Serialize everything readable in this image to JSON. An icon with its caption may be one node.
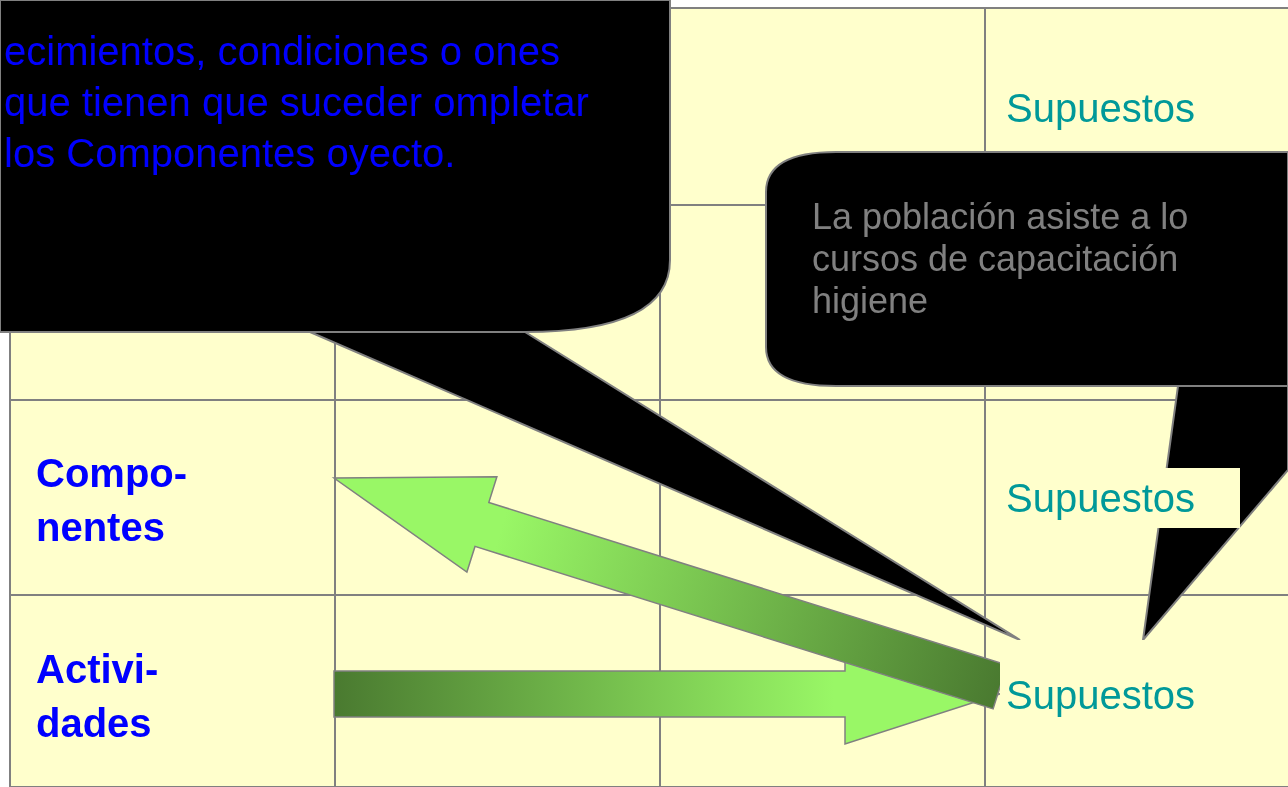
{
  "diagram": {
    "nodes": [
      {
        "text": [
          "ecimientos, condiciones o ones que tienen que suceder ompletar los Componentes oyecto."
        ]
      },
      {
        "text": [
          "La población asiste a lo cursos de capacitación higiene"
        ]
      },
      {
        "text": [
          "Supuestos"
        ]
      },
      {
        "text": [
          "Compo- nentes"
        ]
      },
      {
        "text": [
          "Supuestos"
        ]
      },
      {
        "text": [
          "Activi- dades"
        ]
      },
      {
        "text": [
          "Supuestos"
        ]
      }
    ],
    "edges": [
      {
        "from": 5,
        "to": 6,
        "arrow": "to"
      },
      {
        "from": 6,
        "to": 3,
        "arrow": "to"
      },
      {
        "from": 0,
        "to": 6,
        "arrow": "none"
      },
      {
        "from": 1,
        "to": 6,
        "arrow": "none"
      }
    ]
  }
}
